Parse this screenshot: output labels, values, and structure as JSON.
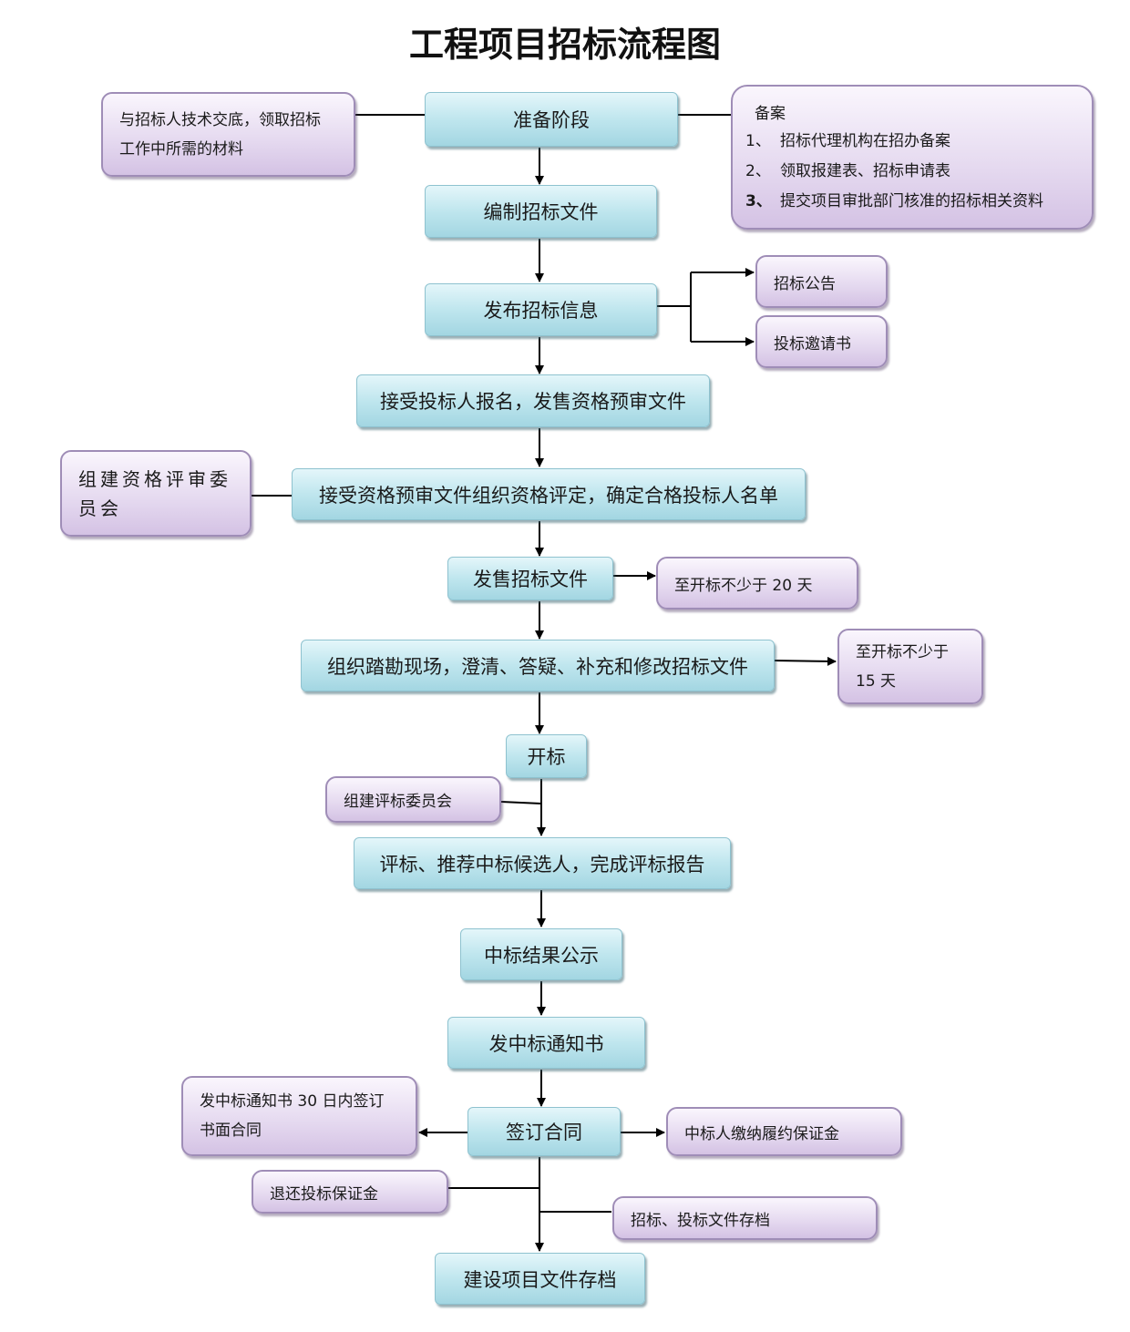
{
  "title": "工程项目招标流程图",
  "steps": [
    {
      "id": "prepare",
      "label": "准备阶段"
    },
    {
      "id": "compile",
      "label": "编制招标文件"
    },
    {
      "id": "publish",
      "label": "发布招标信息"
    },
    {
      "id": "register",
      "label": "接受投标人报名，发售资格预审文件"
    },
    {
      "id": "prequal",
      "label": "接受资格预审文件组织资格评定，确定合格投标人名单"
    },
    {
      "id": "sell",
      "label": "发售招标文件"
    },
    {
      "id": "site",
      "label": "组织踏勘现场，澄清、答疑、补充和修改招标文件"
    },
    {
      "id": "open",
      "label": "开标"
    },
    {
      "id": "evaluate",
      "label": "评标、推荐中标候选人，完成评标报告"
    },
    {
      "id": "publicity",
      "label": "中标结果公示"
    },
    {
      "id": "notice",
      "label": "发中标通知书"
    },
    {
      "id": "contract",
      "label": "签订合同"
    },
    {
      "id": "archive",
      "label": "建设项目文件存档"
    }
  ],
  "notes": {
    "briefing": {
      "lines": [
        "与招标人技术交底，领取招标",
        "工作中所需的材料"
      ]
    },
    "filing": {
      "heading": "备案",
      "items": [
        {
          "num": "1、",
          "text": "招标代理机构在招办备案"
        },
        {
          "num": "2、",
          "text": "领取报建表、招标申请表"
        },
        {
          "num": "3、",
          "text": "提交项目审批部门核准的招标相关资料"
        }
      ]
    },
    "announcement": "招标公告",
    "invitation": "投标邀请书",
    "prequal_committee": {
      "lines": [
        "组建资格评审委",
        "员会"
      ]
    },
    "twenty_days": "至开标不少于 20 天",
    "fifteen_days": {
      "lines": [
        "至开标不少于",
        "15 天"
      ]
    },
    "eval_committee": "组建评标委员会",
    "contract_deadline": {
      "lines": [
        "发中标通知书 30 日内签订",
        "书面合同"
      ]
    },
    "performance_bond": "中标人缴纳履约保证金",
    "refund_deposit": "退还投标保证金",
    "bid_docs_archive": "招标、投标文件存档"
  }
}
